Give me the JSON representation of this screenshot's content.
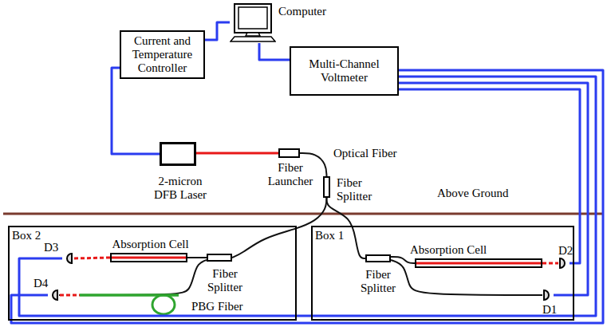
{
  "diagram": {
    "nodes": [
      {
        "text": [
          "Computer"
        ]
      },
      {
        "text": [
          "Current and Temperature Controller"
        ]
      },
      {
        "text": [
          "Multi-Channel Voltmeter"
        ]
      },
      {
        "text": [
          "2-micron DFB Laser"
        ]
      },
      {
        "text": [
          "Fiber Launcher"
        ]
      },
      {
        "text": [
          "Fiber Splitter"
        ]
      },
      {
        "text": [
          "Box 2"
        ]
      },
      {
        "text": [
          "D3"
        ],
        "in": 6
      },
      {
        "text": [
          "Absorption Cell"
        ],
        "in": 6
      },
      {
        "text": [
          "Fiber Splitter"
        ],
        "in": 6
      },
      {
        "text": [
          "D4"
        ],
        "in": 6
      },
      {
        "text": [
          "Box 1"
        ]
      },
      {
        "text": [
          "Absorption Cell"
        ],
        "in": 11
      },
      {
        "text": [
          "D2"
        ],
        "in": 11
      },
      {
        "text": [
          "Fiber Splitter"
        ],
        "in": 11
      },
      {
        "text": [
          "D1"
        ],
        "in": 11
      }
    ],
    "edges": [
      {
        "from": 1,
        "to": 0,
        "arrow": "none"
      },
      {
        "from": 0,
        "to": 2,
        "arrow": "none"
      },
      {
        "from": 1,
        "to": 3,
        "arrow": "none"
      },
      {
        "from": 2,
        "to": 13,
        "arrow": "none"
      },
      {
        "from": 2,
        "to": 15,
        "arrow": "none"
      },
      {
        "from": 2,
        "to": 7,
        "arrow": "none"
      },
      {
        "from": 2,
        "to": 10,
        "arrow": "none"
      },
      {
        "from": 3,
        "to": 4,
        "arrow": "none"
      },
      {
        "from": 4,
        "to": 5,
        "arrow": "none"
      },
      {
        "from": 5,
        "to": 9,
        "arrow": "none"
      },
      {
        "from": 5,
        "to": 14,
        "arrow": "none"
      },
      {
        "from": 14,
        "to": 12,
        "arrow": "none"
      },
      {
        "from": 14,
        "to": 15,
        "arrow": "none"
      },
      {
        "from": 12,
        "to": 13,
        "arrow": "none"
      },
      {
        "from": 9,
        "to": 8,
        "arrow": "none"
      },
      {
        "from": 8,
        "to": 7,
        "arrow": "none"
      },
      {
        "from": 9,
        "to": 10,
        "arrow": "none"
      }
    ],
    "labels": [
      "Optical Fiber",
      "Above Ground",
      "PBG Fiber"
    ]
  }
}
